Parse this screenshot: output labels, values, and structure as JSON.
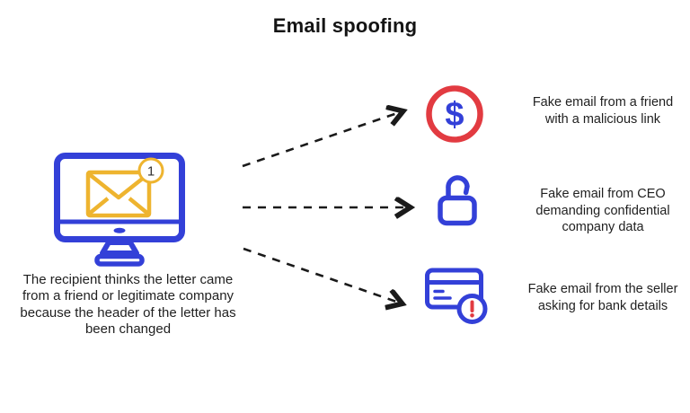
{
  "title": "Email spoofing",
  "source": {
    "icon": "monitor-new-email-icon",
    "badge_count": "1",
    "caption": "The recipient thinks the letter came\nfrom a friend or legitimate company\nbecause the header of the letter has\nbeen changed"
  },
  "threats": [
    {
      "icon": "dollar-circle-icon",
      "label": "Fake email from a friend\nwith a malicious link"
    },
    {
      "icon": "open-padlock-icon",
      "label": "Fake email from CEO\ndemanding confidential\ncompany data"
    },
    {
      "icon": "credit-card-alert-icon",
      "label": "Fake email from the seller\nasking for bank details"
    }
  ],
  "colors": {
    "blue": "#3340d8",
    "yellow": "#eeb42f",
    "red": "#e23b41",
    "arrow": "#1a1a1a",
    "text": "#1f1f1f"
  }
}
